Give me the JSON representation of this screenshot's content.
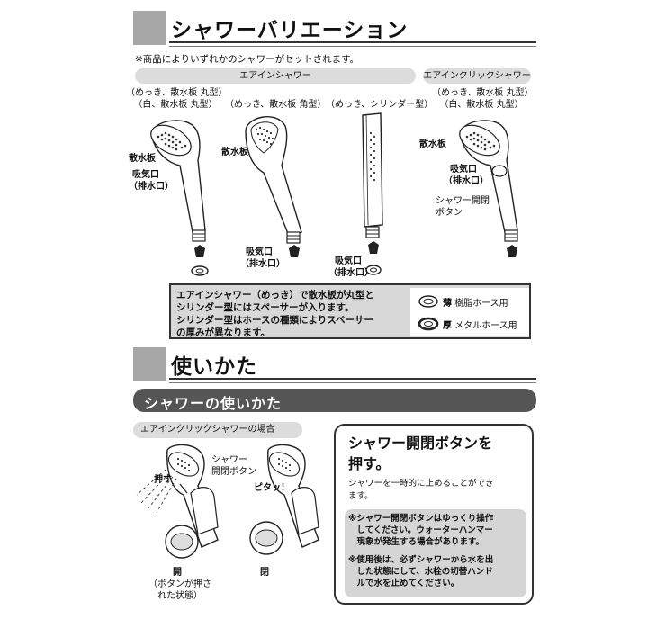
{
  "section1": {
    "title": "シャワーバリエーション",
    "note": "※商品によりいずれかのシャワーがセットされます。",
    "group_aerin": "エアインシャワー",
    "group_aerin_click": "エアインクリックシャワー",
    "variants": {
      "round_caption_1": "（めっき、散水板 丸型）",
      "round_caption_2": "（白、散水板 丸型）",
      "square_caption": "（めっき、散水板 角型）",
      "cylinder_caption": "（めっき、シリンダー型）",
      "click_caption_1": "（めっき、散水板 丸型）",
      "click_caption_2": "（白、散水板 丸型）"
    },
    "labels": {
      "spray_plate": "散水板",
      "intake_1": "吸気口",
      "intake_2": "（排水口）",
      "onoff_button_1": "シャワー開閉",
      "onoff_button_2": "ボタン"
    },
    "info": {
      "line1": "エアインシャワー（めっき）で散水板が丸型と",
      "line2": "シリンダー型にはスペーサーが入ります。",
      "line3": "シリンダー型はホースの種類によりスペーサー",
      "line4": "の厚みが異なります。",
      "thin_bold": "薄",
      "thin_text": "樹脂ホース用",
      "thick_bold": "厚",
      "thick_text": "メタルホース用"
    }
  },
  "section2": {
    "title": "使いかた",
    "band": "シャワーの使いかた",
    "subhead": "エアインクリックシャワーの場合",
    "fig_labels": {
      "button_1": "シャワー",
      "button_2": "開閉ボタン",
      "push": "押す",
      "click_sound": "ピタッ！",
      "open": "開",
      "open_note_1": "（ボタンが押さ",
      "open_note_2": "れた状態）",
      "close": "閉"
    },
    "right_box": {
      "heading_1": "シャワー開閉ボタンを",
      "heading_2": "押す。",
      "desc_1": "シャワーを一時的に止めることができ",
      "desc_2": "ます。",
      "caution1_1": "※シャワー開閉ボタンはゆっくり操作",
      "caution1_2": "　してください。ウォーターハンマー",
      "caution1_3": "　現象が発生する場合があります。",
      "caution2_1": "※使用後は、必ずシャワーから水を出",
      "caution2_2": "　した状態にして、水栓の切替ハンド",
      "caution2_3": "　ルで水を止めてください。"
    }
  }
}
